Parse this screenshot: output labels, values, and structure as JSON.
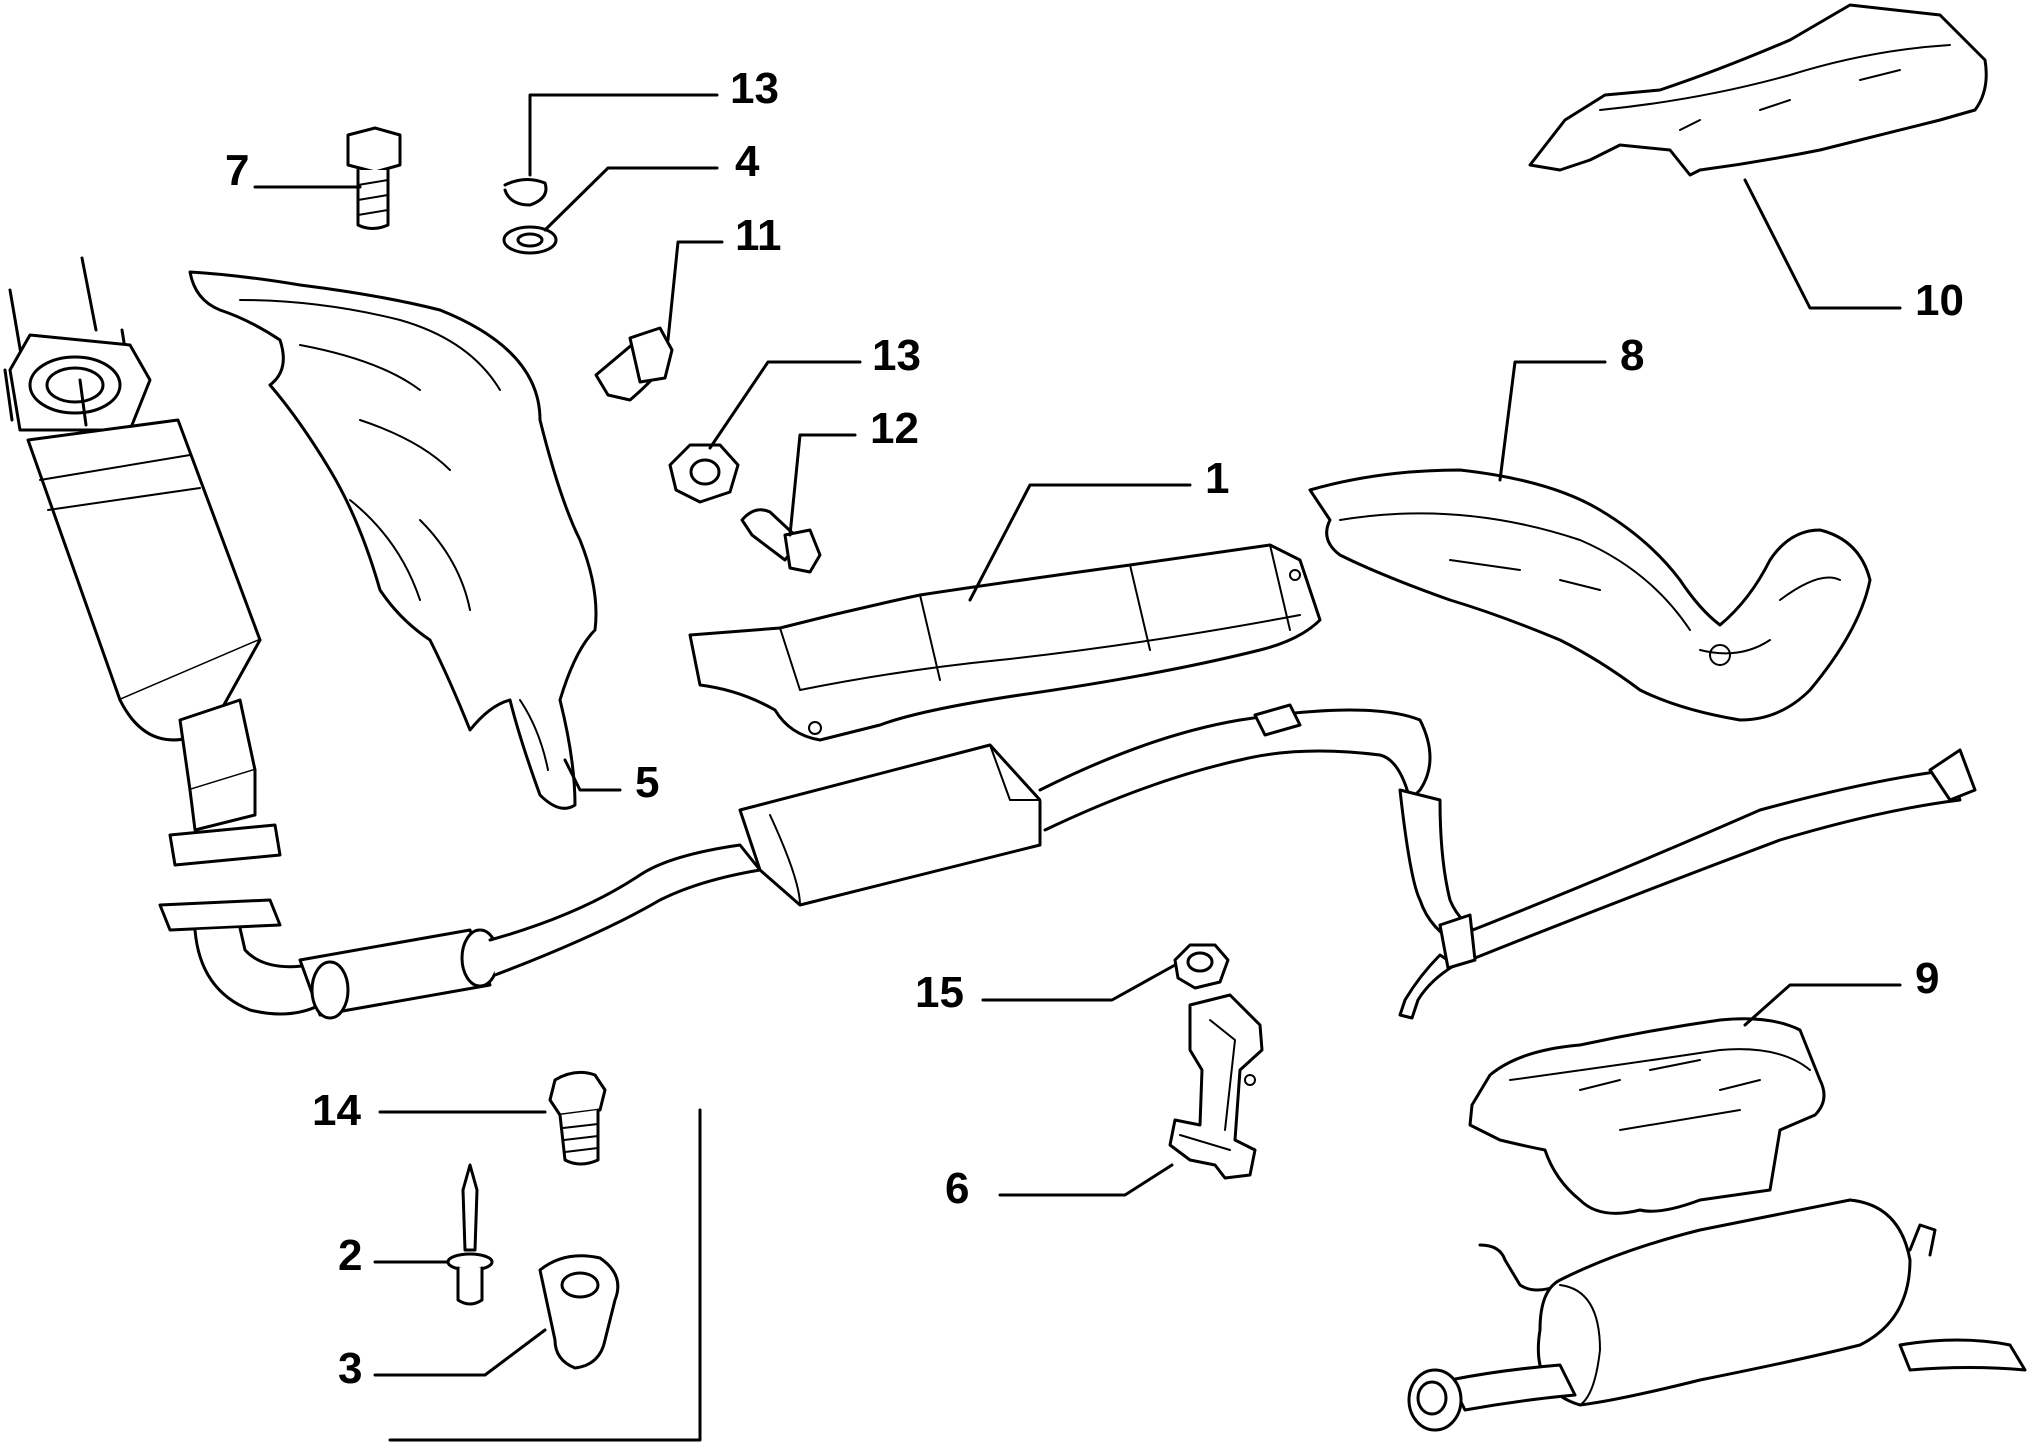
{
  "diagram": {
    "callouts": [
      {
        "id": "c7",
        "label": "7"
      },
      {
        "id": "c13a",
        "label": "13"
      },
      {
        "id": "c4",
        "label": "4"
      },
      {
        "id": "c11",
        "label": "11"
      },
      {
        "id": "c13b",
        "label": "13"
      },
      {
        "id": "c12",
        "label": "12"
      },
      {
        "id": "c1",
        "label": "1"
      },
      {
        "id": "c8",
        "label": "8"
      },
      {
        "id": "c10",
        "label": "10"
      },
      {
        "id": "c5",
        "label": "5"
      },
      {
        "id": "c15",
        "label": "15"
      },
      {
        "id": "c9",
        "label": "9"
      },
      {
        "id": "c14",
        "label": "14"
      },
      {
        "id": "c2",
        "label": "2"
      },
      {
        "id": "c6",
        "label": "6"
      },
      {
        "id": "c3",
        "label": "3"
      }
    ]
  }
}
